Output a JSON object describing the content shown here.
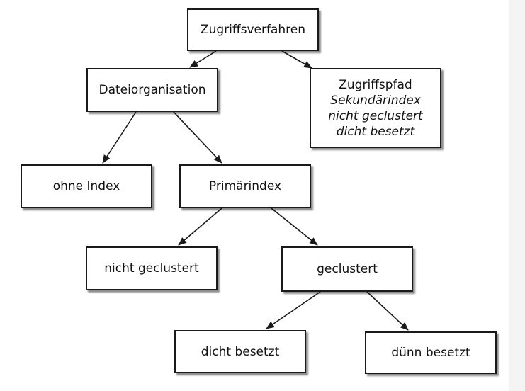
{
  "nodes": {
    "zugriffsverfahren": {
      "label": "Zugriffsverfahren"
    },
    "dateiorganisation": {
      "label": "Dateiorganisation"
    },
    "zugriffspfad": {
      "title": "Zugriffspfad",
      "line1": "Sekundärindex",
      "line2": "nicht geclustert",
      "line3": "dicht besetzt"
    },
    "ohne_index": {
      "label": "ohne Index"
    },
    "primaerindex": {
      "label": "Primärindex"
    },
    "nicht_geclustert": {
      "label": "nicht geclustert"
    },
    "geclustert": {
      "label": "geclustert"
    },
    "dicht_besetzt": {
      "label": "dicht besetzt"
    },
    "duenn_besetzt": {
      "label": "dünn besetzt"
    }
  },
  "colors": {
    "stroke": "#1a1a1a",
    "background": "#ffffff",
    "strip": "#f4f4f4"
  }
}
